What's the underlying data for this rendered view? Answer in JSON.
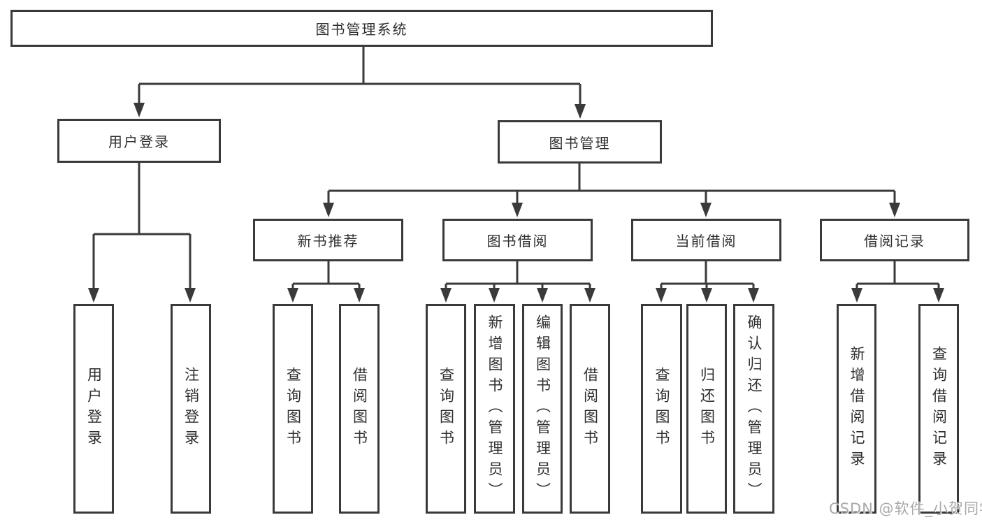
{
  "diagram": {
    "root": {
      "label": "图书管理系统"
    },
    "level1": [
      {
        "label": "用户登录"
      },
      {
        "label": "图书管理"
      }
    ],
    "level2": [
      {
        "label": "新书推荐"
      },
      {
        "label": "图书借阅"
      },
      {
        "label": "当前借阅"
      },
      {
        "label": "借阅记录"
      }
    ],
    "leaves": [
      {
        "label": "用户登录"
      },
      {
        "label": "注销登录"
      },
      {
        "label": "查询图书"
      },
      {
        "label": "借阅图书"
      },
      {
        "label": "查询图书"
      },
      {
        "label": "新增图书（管理员）"
      },
      {
        "label": "编辑图书（管理员）"
      },
      {
        "label": "借阅图书"
      },
      {
        "label": "查询图书"
      },
      {
        "label": "归还图书"
      },
      {
        "label": "确认归还（管理员）"
      },
      {
        "label": "新增借阅记录"
      },
      {
        "label": "查询借阅记录"
      }
    ]
  },
  "watermark": {
    "text": "CSDN @软件_小贺同学"
  },
  "colors": {
    "line": "#3a3a3a",
    "text": "#2f2f2f",
    "watermark": "#a9a9a9",
    "bg": "#ffffff"
  }
}
